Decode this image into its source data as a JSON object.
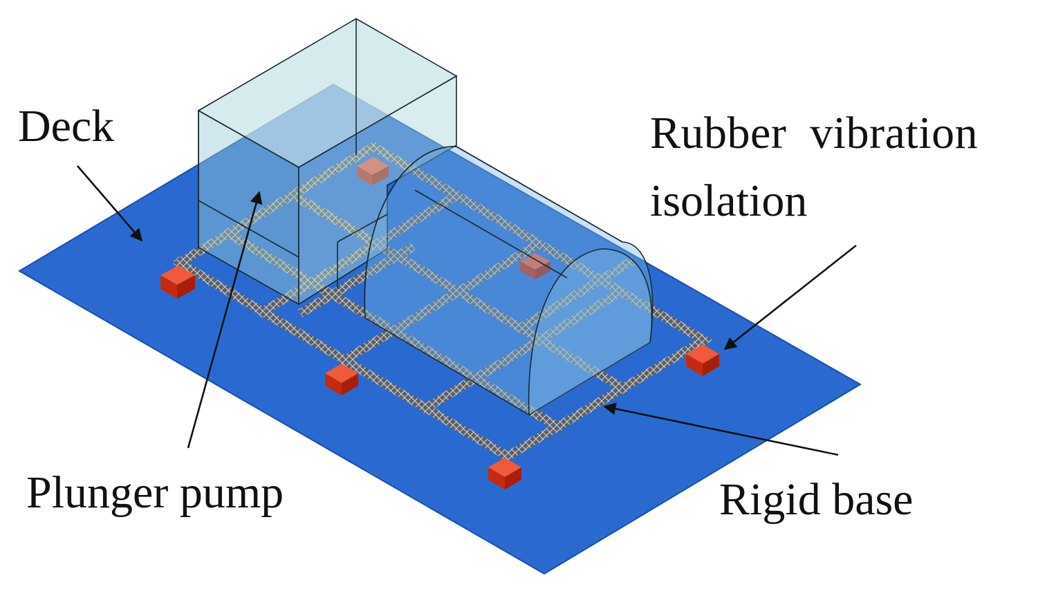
{
  "labels": {
    "deck": "Deck",
    "rubber_line1": "Rubber  vibration",
    "rubber_line2": "isolation",
    "plunger_pump": "Plunger pump",
    "rigid_base": "Rigid base"
  },
  "colors": {
    "deck": "#2a6ad0",
    "deck_edge": "#1c4fa8",
    "pump_fill": "#9ad0d8",
    "frame": "#4a4f58",
    "isolator": "#d93a1a",
    "arrow": "#111111"
  },
  "components": {
    "isolator_count": 6
  }
}
